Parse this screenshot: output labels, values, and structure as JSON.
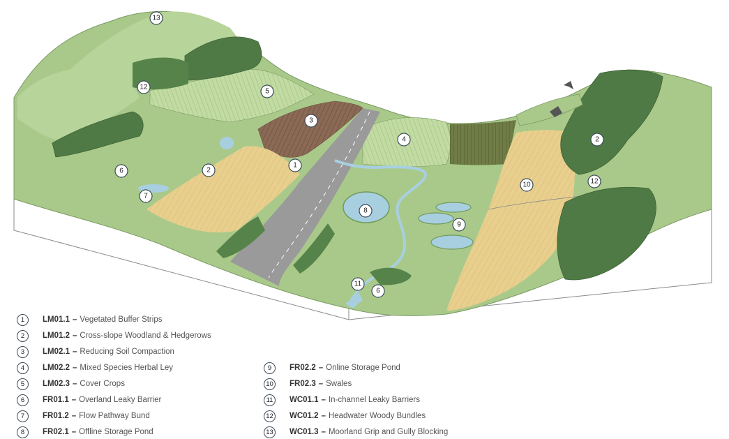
{
  "markers": [
    {
      "id": "m1",
      "label": "1"
    },
    {
      "id": "m2a",
      "label": "2"
    },
    {
      "id": "m2b",
      "label": "2"
    },
    {
      "id": "m3",
      "label": "3"
    },
    {
      "id": "m4",
      "label": "4"
    },
    {
      "id": "m5",
      "label": "5"
    },
    {
      "id": "m6a",
      "label": "6"
    },
    {
      "id": "m6b",
      "label": "6"
    },
    {
      "id": "m7",
      "label": "7"
    },
    {
      "id": "m8",
      "label": "8"
    },
    {
      "id": "m9",
      "label": "9"
    },
    {
      "id": "m10",
      "label": "10"
    },
    {
      "id": "m11",
      "label": "11"
    },
    {
      "id": "m12a",
      "label": "12"
    },
    {
      "id": "m12b",
      "label": "12"
    },
    {
      "id": "m13",
      "label": "13"
    }
  ],
  "legend": {
    "left": [
      {
        "num": "1",
        "code": "LM01.1",
        "text": "Vegetated Buffer Strips"
      },
      {
        "num": "2",
        "code": "LM01.2",
        "text": "Cross-slope Woodland & Hedgerows"
      },
      {
        "num": "3",
        "code": "LM02.1",
        "text": "Reducing Soil Compaction"
      },
      {
        "num": "4",
        "code": "LM02.2",
        "text": "Mixed Species Herbal Ley"
      },
      {
        "num": "5",
        "code": "LM02.3",
        "text": "Cover Crops"
      },
      {
        "num": "6",
        "code": "FR01.1",
        "text": "Overland Leaky Barrier"
      },
      {
        "num": "7",
        "code": "FR01.2",
        "text": "Flow Pathway Bund"
      },
      {
        "num": "8",
        "code": "FR02.1",
        "text": "Offline Storage Pond"
      }
    ],
    "right": [
      {
        "num": "9",
        "code": "FR02.2",
        "text": "Online Storage Pond"
      },
      {
        "num": "10",
        "code": "FR02.3",
        "text": "Swales"
      },
      {
        "num": "11",
        "code": "WC01.1",
        "text": "In-channel Leaky Barriers"
      },
      {
        "num": "12",
        "code": "WC01.2",
        "text": "Headwater Woody Bundles"
      },
      {
        "num": "13",
        "code": "WC01.3",
        "text": "Moorland Grip and Gully Blocking"
      }
    ],
    "dash": "–"
  },
  "colors": {
    "grass": "#a9c98a",
    "grass_dark": "#8fb56f",
    "wheat": "#e8cf8e",
    "ploughed": "#8a6a55",
    "crop_light": "#c2dba3",
    "woodland": "#4f7a45",
    "water": "#a8cfe0",
    "road": "#9a9a9a",
    "box_side": "#ffffff",
    "outline": "#8a8a8a"
  }
}
